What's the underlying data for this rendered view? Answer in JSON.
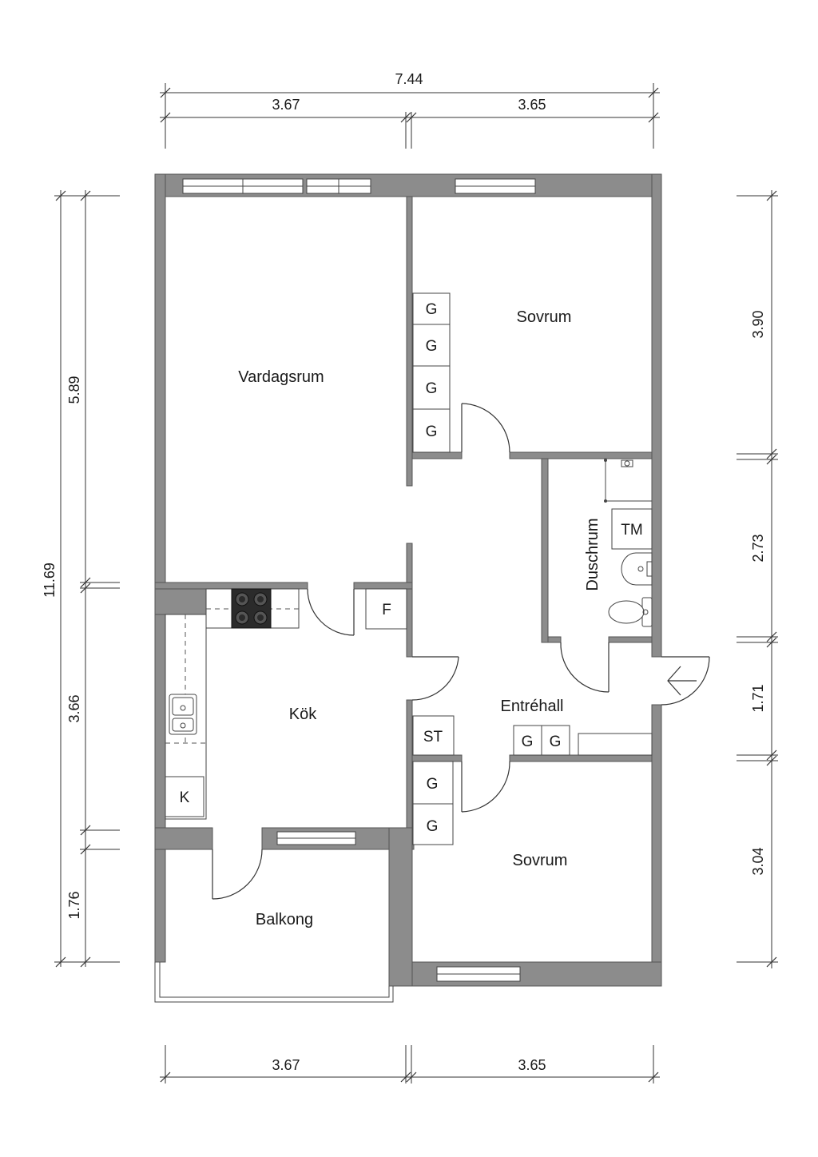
{
  "dimensions": {
    "top_total": "7.44",
    "top_left": "3.67",
    "top_right": "3.65",
    "bottom_left": "3.67",
    "bottom_right": "3.65",
    "left_total": "11.69",
    "left_upper": "5.89",
    "left_middle": "3.66",
    "left_lower": "1.76",
    "right_1": "3.90",
    "right_2": "2.73",
    "right_3": "1.71",
    "right_4": "3.04"
  },
  "rooms": {
    "vardagsrum": "Vardagsrum",
    "sovrum_top": "Sovrum",
    "duschrum": "Duschrum",
    "kok": "Kök",
    "entrehall": "Entréhall",
    "sovrum_bottom": "Sovrum",
    "balkong": "Balkong"
  },
  "fixtures": {
    "wardrobe_top": [
      "G",
      "G",
      "G",
      "G"
    ],
    "wardrobe_hall": [
      "G",
      "G"
    ],
    "wardrobe_bottom": [
      "G",
      "G"
    ],
    "fridge": "F",
    "storage": "ST",
    "washer": "TM",
    "cold_storage": "K"
  },
  "colors": {
    "wall": "#8c8c8c",
    "line": "#333333"
  }
}
